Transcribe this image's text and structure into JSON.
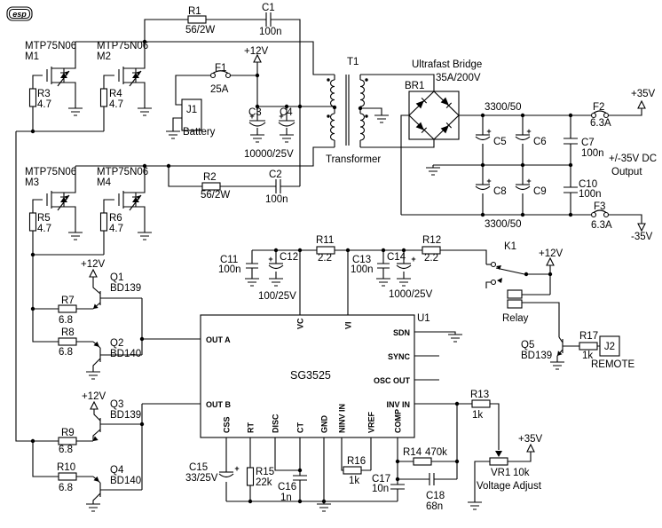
{
  "logo": {
    "text": "esp"
  },
  "supplies": {
    "p12v": "+12V",
    "p35v": "+35V",
    "n35v": "-35V",
    "dc_output_line1": "+/-35V DC",
    "dc_output_line2": "Output"
  },
  "misc": {
    "plus": "+"
  },
  "mosfets": {
    "m1": {
      "part": "MTP75N06",
      "ref": "M1"
    },
    "m2": {
      "part": "MTP75N06",
      "ref": "M2"
    },
    "m3": {
      "part": "MTP75N06",
      "ref": "M3"
    },
    "m4": {
      "part": "MTP75N06",
      "ref": "M4"
    }
  },
  "resistors": {
    "r1": {
      "ref": "R1",
      "value": "56/2W"
    },
    "r2": {
      "ref": "R2",
      "value": "56/2W"
    },
    "r3": {
      "ref": "R3",
      "value": "4.7"
    },
    "r4": {
      "ref": "R4",
      "value": "4.7"
    },
    "r5": {
      "ref": "R5",
      "value": "4.7"
    },
    "r6": {
      "ref": "R6",
      "value": "4.7"
    },
    "r7": {
      "ref": "R7",
      "value": "6.8"
    },
    "r8": {
      "ref": "R8",
      "value": "6.8"
    },
    "r9": {
      "ref": "R9",
      "value": "6.8"
    },
    "r10": {
      "ref": "R10",
      "value": "6.8"
    },
    "r11": {
      "ref": "R11",
      "value": "2.2"
    },
    "r12": {
      "ref": "R12",
      "value": "2.2"
    },
    "r13": {
      "ref": "R13",
      "value": "1k"
    },
    "r14": {
      "ref": "R14",
      "value": "470k"
    },
    "r15": {
      "ref": "R15",
      "value": "22k"
    },
    "r16": {
      "ref": "R16",
      "value": "1k"
    },
    "r17": {
      "ref": "R17",
      "value": "1k"
    }
  },
  "capacitors": {
    "c1": {
      "ref": "C1",
      "value": "100n"
    },
    "c2": {
      "ref": "C2",
      "value": "100n"
    },
    "c3": {
      "ref": "C3"
    },
    "c4": {
      "ref": "C4"
    },
    "c3c4_value": "10000/25V",
    "c5": {
      "ref": "C5"
    },
    "c6": {
      "ref": "C6"
    },
    "c5c6_value": "3300/50",
    "c7": {
      "ref": "C7",
      "value": "100n"
    },
    "c8": {
      "ref": "C8"
    },
    "c9": {
      "ref": "C9"
    },
    "c8c9_value": "3300/50",
    "c10": {
      "ref": "C10",
      "value": "100n"
    },
    "c11": {
      "ref": "C11",
      "value": "100n"
    },
    "c12": {
      "ref": "C12"
    },
    "c12_value": "100/25V",
    "c13": {
      "ref": "C13",
      "value": "100n"
    },
    "c14": {
      "ref": "C14"
    },
    "c14_value": "1000/25V",
    "c15": {
      "ref": "C15",
      "value": "33/25V"
    },
    "c16": {
      "ref": "C16",
      "value": "1n"
    },
    "c17": {
      "ref": "C17",
      "value": "10n"
    },
    "c18": {
      "ref": "C18",
      "value": "68n"
    }
  },
  "fuses": {
    "f1": {
      "ref": "F1",
      "value": "25A"
    },
    "f2": {
      "ref": "F2",
      "value": "6.3A"
    },
    "f3": {
      "ref": "F3",
      "value": "6.3A"
    }
  },
  "transistors": {
    "q1": {
      "ref": "Q1",
      "part": "BD139"
    },
    "q2": {
      "ref": "Q2",
      "part": "BD140"
    },
    "q3": {
      "ref": "Q3",
      "part": "BD139"
    },
    "q4": {
      "ref": "Q4",
      "part": "BD140"
    },
    "q5": {
      "ref": "Q5",
      "part": "BD139"
    }
  },
  "connectors": {
    "j1": {
      "ref": "J1",
      "label": "Battery"
    },
    "j2": {
      "ref": "J2",
      "label": "REMOTE"
    }
  },
  "relay": {
    "ref": "K1",
    "label": "Relay"
  },
  "bridge": {
    "ref": "BR1",
    "title": "Ultrafast Bridge",
    "rating": "35A/200V"
  },
  "transformer": {
    "ref": "T1",
    "label": "Transformer"
  },
  "pot": {
    "ref": "VR1",
    "value": "10k",
    "label": "Voltage Adjust"
  },
  "ic": {
    "ref": "U1",
    "part": "SG3525",
    "pins_left": [
      "OUT A",
      "OUT B"
    ],
    "pins_top": [
      "VC",
      "VI"
    ],
    "pins_right": [
      "SDN",
      "SYNC",
      "OSC OUT",
      "INV IN"
    ],
    "pins_bottom": [
      "CSS",
      "RT",
      "DISC",
      "CT",
      "GND",
      "NINV IN",
      "VREF",
      "COMP"
    ]
  }
}
